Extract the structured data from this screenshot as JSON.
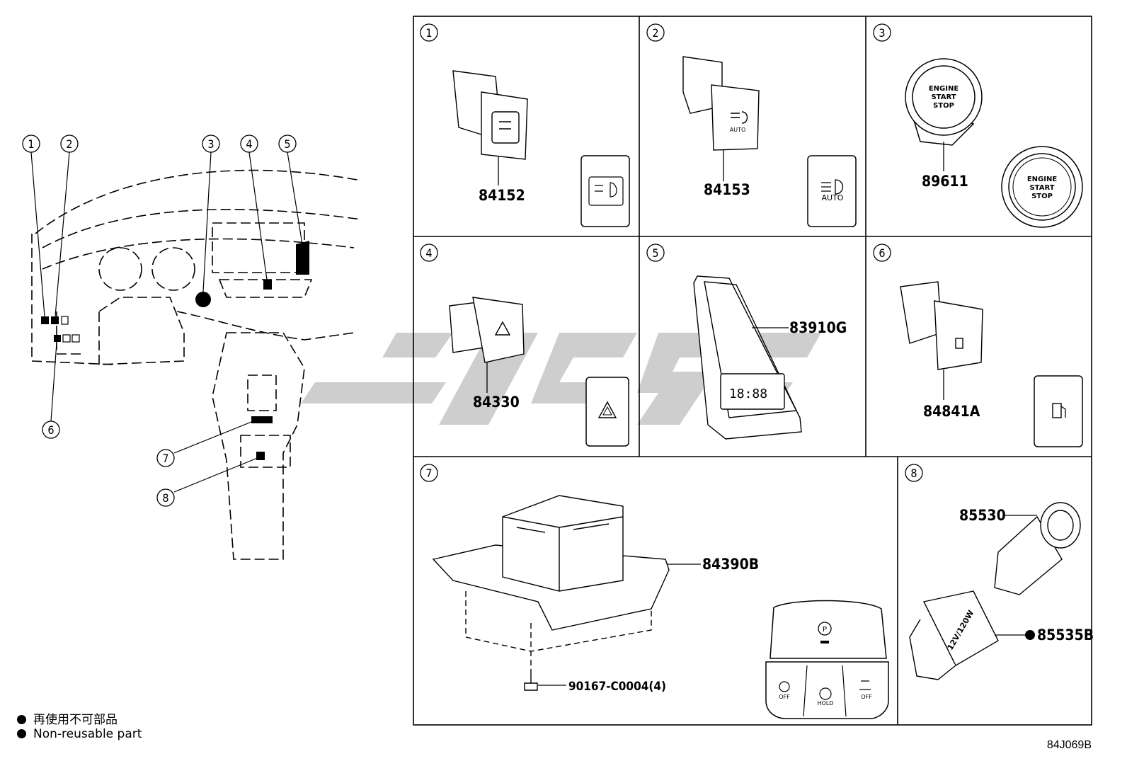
{
  "drawing_number": "84J069B",
  "legend": [
    {
      "symbol": "filled-circle",
      "text": "再使用不可部品"
    },
    {
      "symbol": "filled-circle",
      "text": "Non-reusable part"
    }
  ],
  "overview_callouts": [
    "1",
    "2",
    "3",
    "4",
    "5",
    "6",
    "7",
    "8"
  ],
  "panels": [
    {
      "index": "1",
      "parts": [
        "84152"
      ],
      "icon": "headlight-leveling-icon"
    },
    {
      "index": "2",
      "parts": [
        "84153"
      ],
      "icon": "auto-headlamp-icon",
      "icon_text": "AUTO"
    },
    {
      "index": "3",
      "parts": [
        "89611"
      ],
      "icon": "engine-start-stop-icon",
      "button_text": [
        "ENGINE",
        "START",
        "STOP"
      ]
    },
    {
      "index": "4",
      "parts": [
        "84330"
      ],
      "icon": "hazard-triangle-icon"
    },
    {
      "index": "5",
      "parts": [
        "83910G"
      ],
      "clock_display": "18:88"
    },
    {
      "index": "6",
      "parts": [
        "84841A"
      ],
      "icon": "fuel-lid-icon"
    },
    {
      "index": "7",
      "parts": [
        "84390B",
        "90167-C0004(4)"
      ],
      "icon_labels": [
        "OFF",
        "HOLD",
        "OFF"
      ]
    },
    {
      "index": "8",
      "parts": [
        "85530",
        "85535B"
      ],
      "socket_text": "12V/120W",
      "non_reusable": [
        "85535B"
      ]
    }
  ],
  "watermark_color": "#c8c8c8"
}
